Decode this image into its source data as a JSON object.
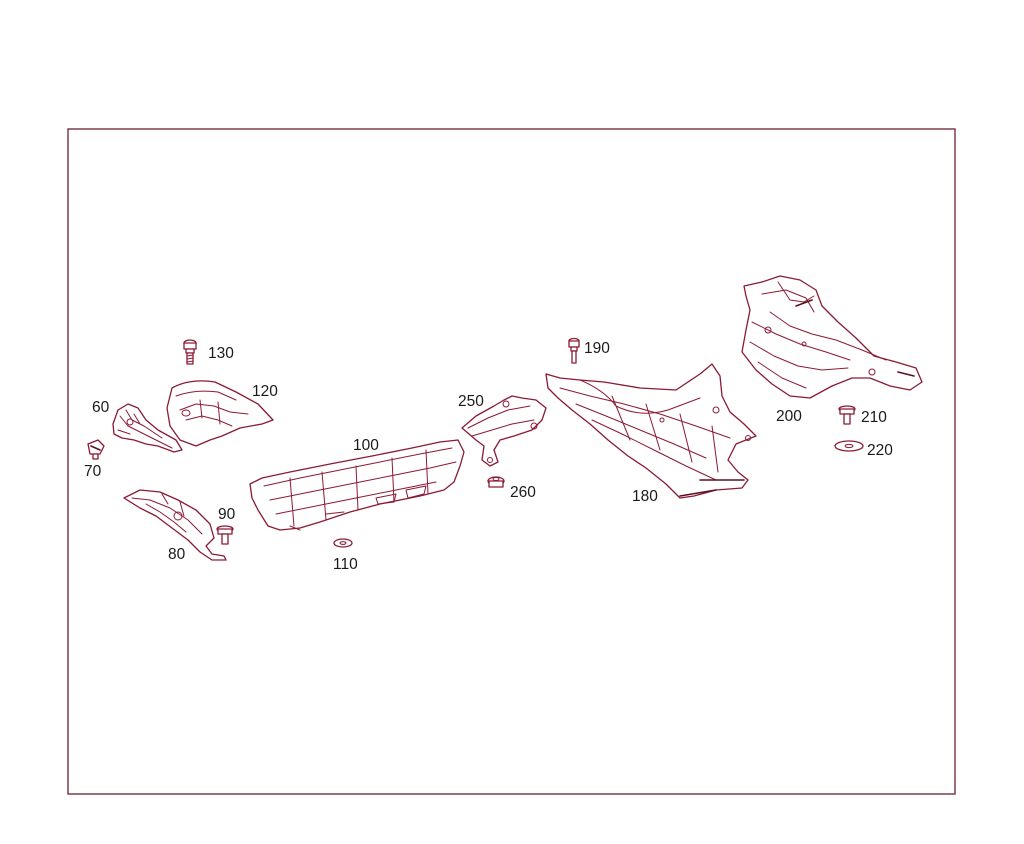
{
  "diagram": {
    "accent_color": "#8b1a33",
    "parts": [
      {
        "id": "p60",
        "label": "60"
      },
      {
        "id": "p70",
        "label": "70"
      },
      {
        "id": "p80",
        "label": "80"
      },
      {
        "id": "p90",
        "label": "90"
      },
      {
        "id": "p100",
        "label": "100"
      },
      {
        "id": "p110",
        "label": "110"
      },
      {
        "id": "p120",
        "label": "120"
      },
      {
        "id": "p130",
        "label": "130"
      },
      {
        "id": "p180",
        "label": "180"
      },
      {
        "id": "p190",
        "label": "190"
      },
      {
        "id": "p200",
        "label": "200"
      },
      {
        "id": "p210",
        "label": "210"
      },
      {
        "id": "p220",
        "label": "220"
      },
      {
        "id": "p250",
        "label": "250"
      },
      {
        "id": "p260",
        "label": "260"
      }
    ]
  }
}
